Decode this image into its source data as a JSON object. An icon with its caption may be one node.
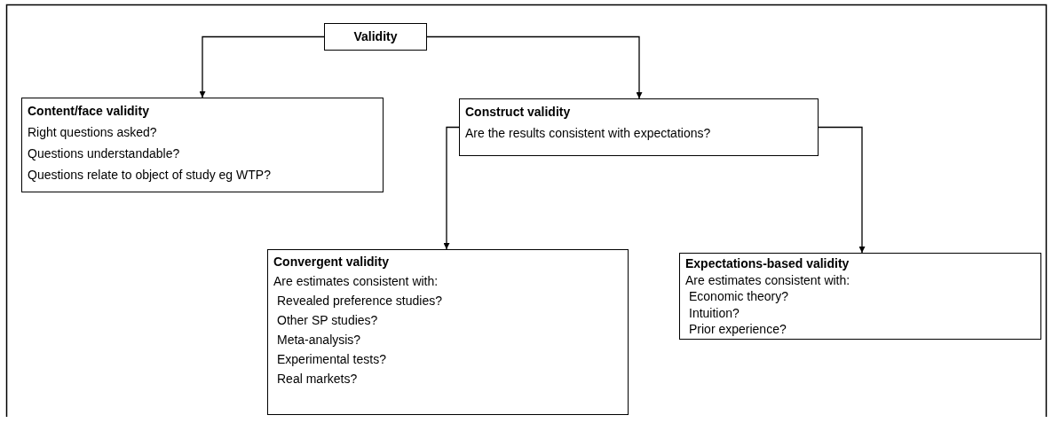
{
  "diagram": {
    "nodes": [
      {
        "text": [
          "Validity"
        ]
      },
      {
        "text": [
          "Content/face validity",
          "Right questions asked?",
          "Questions understandable?",
          "Questions relate to object of study eg WTP?"
        ]
      },
      {
        "text": [
          "Construct validity",
          "Are the results consistent with expectations?"
        ]
      },
      {
        "text": [
          "Convergent validity",
          "Are estimates consistent with:",
          "Revealed preference studies?",
          "Other SP studies?",
          "Meta-analysis?",
          "Experimental tests?",
          "Real markets?"
        ]
      },
      {
        "text": [
          "Expectations-based validity",
          "Are estimates consistent with:",
          "Economic theory?",
          "Intuition?",
          "Prior experience?"
        ]
      }
    ],
    "edges": [
      {
        "from": 0,
        "to": 1,
        "arrow": "to"
      },
      {
        "from": 0,
        "to": 2,
        "arrow": "to"
      },
      {
        "from": 2,
        "to": 3,
        "arrow": "to"
      },
      {
        "from": 2,
        "to": 4,
        "arrow": "to"
      }
    ]
  }
}
